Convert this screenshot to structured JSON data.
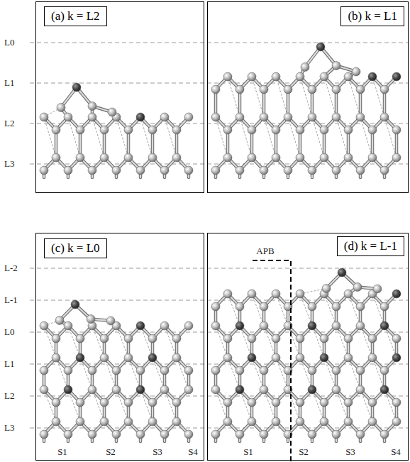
{
  "diagram": {
    "nodes": [
      {
        "text": [
          "(a) k = L2"
        ]
      },
      {
        "text": [
          "(b) k = L1"
        ]
      },
      {
        "text": [
          "(c) k = L0"
        ]
      },
      {
        "text": [
          "(d) k = L-1"
        ]
      }
    ],
    "labels": [
      "L0",
      "L1",
      "L2",
      "L3",
      "L-2",
      "L-1",
      "L0",
      "L1",
      "L2",
      "L3",
      "APB",
      "S1",
      "S2",
      "S3",
      "S4",
      "S1",
      "S2",
      "S3",
      "S4"
    ]
  }
}
